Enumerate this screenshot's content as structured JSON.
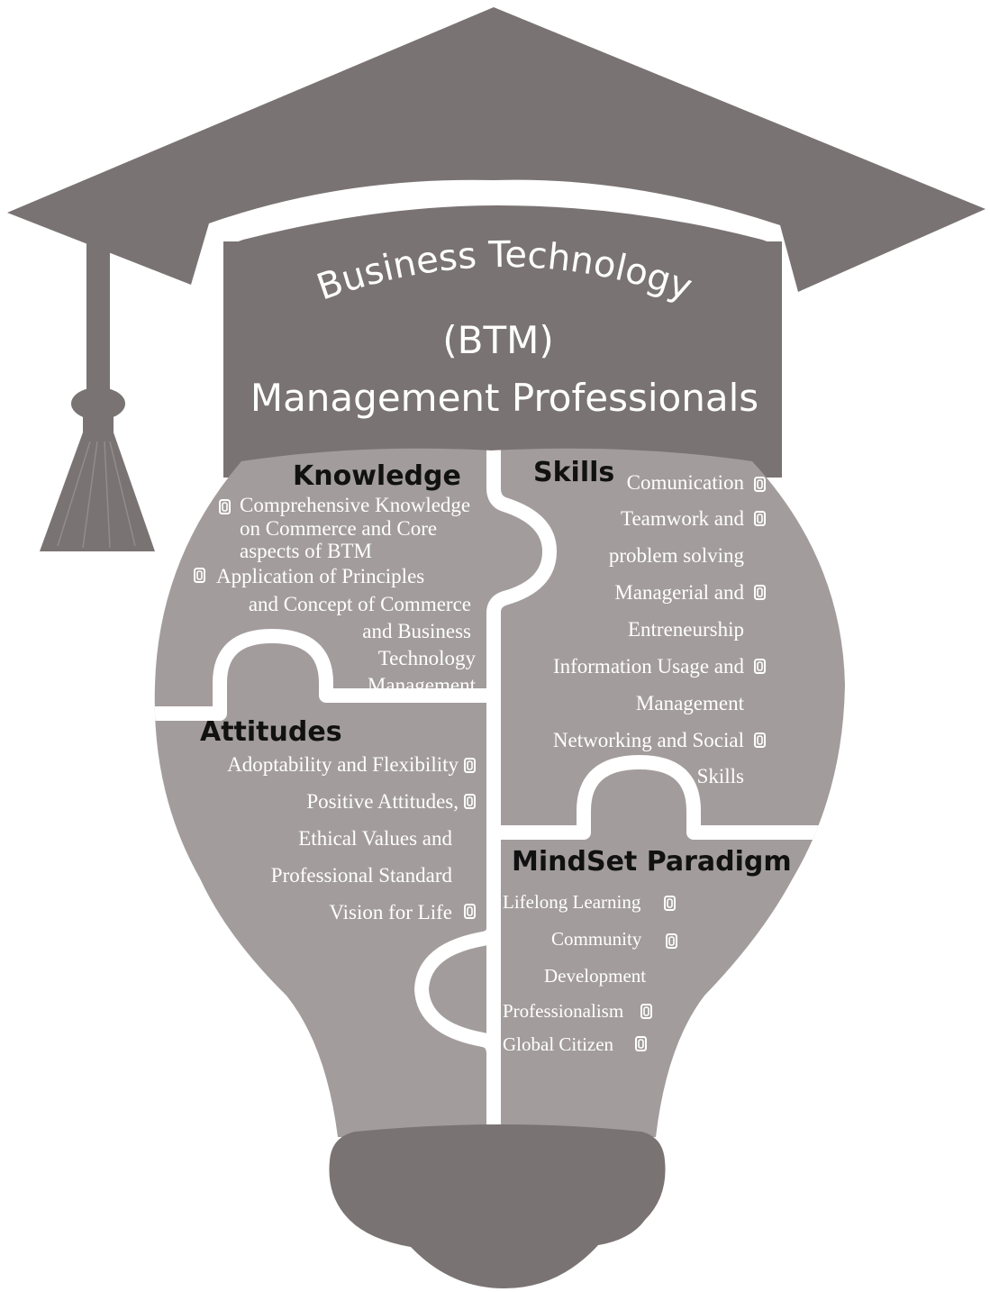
{
  "title": {
    "line1": "Business Technology",
    "line2": "(BTM)",
    "line3": "Management Professionals"
  },
  "knowledge": {
    "heading": "Knowledge",
    "items": [
      {
        "lines": [
          "Comprehensive Knowledge",
          "on Commerce and Core",
          "aspects of BTM"
        ]
      },
      {
        "lines": [
          "Application of Principles",
          "and Concept of Commerce",
          "and Business",
          "Technology",
          "Management"
        ]
      }
    ]
  },
  "skills": {
    "heading": "Skills",
    "items": [
      {
        "lines": [
          "Comunication"
        ]
      },
      {
        "lines": [
          "Teamwork and",
          "problem solving"
        ]
      },
      {
        "lines": [
          "Managerial and",
          "Entreneurship"
        ]
      },
      {
        "lines": [
          "Information Usage and",
          "Management"
        ]
      },
      {
        "lines": [
          "Networking and Social",
          "Skills"
        ]
      }
    ]
  },
  "attitudes": {
    "heading": "Attitudes",
    "items": [
      {
        "lines": [
          "Adoptability and Flexibility"
        ]
      },
      {
        "lines": [
          "Positive Attitudes,",
          "Ethical Values and",
          "Professional Standard"
        ]
      },
      {
        "lines": [
          "Vision for Life"
        ]
      }
    ]
  },
  "mindset": {
    "heading": "MindSet Paradigm",
    "items": [
      {
        "lines": [
          "Lifelong Learning"
        ]
      },
      {
        "lines": [
          "Community",
          "Development"
        ]
      },
      {
        "lines": [
          "Professionalism"
        ]
      },
      {
        "lines": [
          "Global Citizen"
        ]
      }
    ]
  },
  "colors": {
    "dark": "#7a7373",
    "light": "#a39c9c",
    "gap": "#ffffff",
    "title_text": "#ffffff",
    "item_text": "#ffffff",
    "heading_text": "#111111"
  },
  "icons": {
    "bullet": "clip-icon",
    "cap": "graduation-cap-icon",
    "tassel": "tassel-icon",
    "bulb": "lightbulb-icon"
  }
}
